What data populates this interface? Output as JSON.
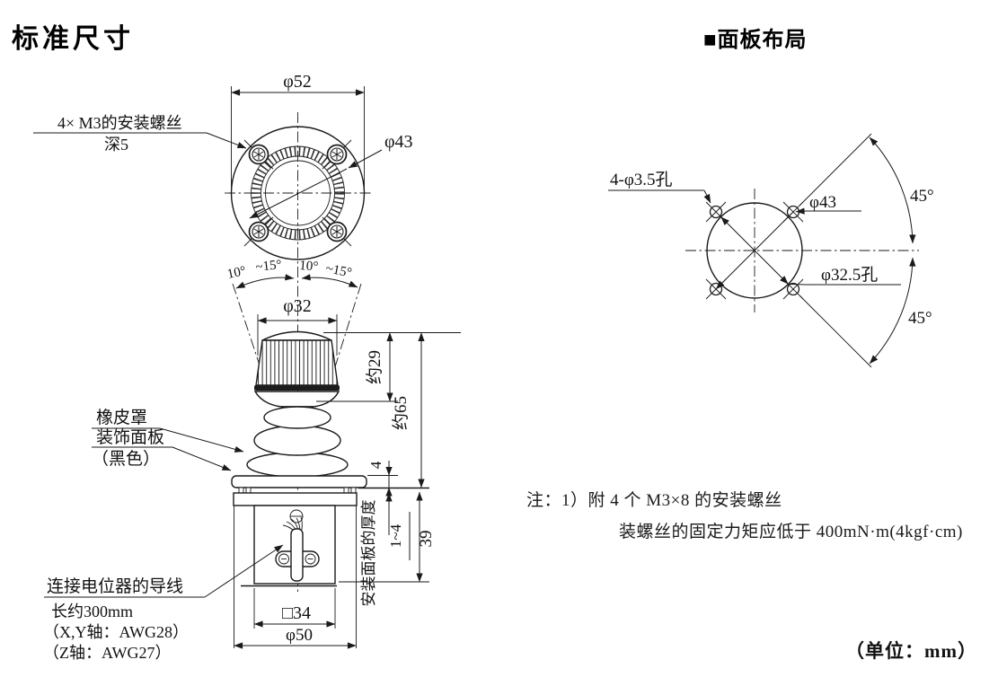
{
  "header": {
    "left_title": "标准尺寸",
    "right_title": "■面板布局"
  },
  "unit_note": "（单位：mm）",
  "notes": {
    "line1": "注：1）附 4 个 M3×8 的安装螺丝",
    "line2": "装螺丝的固定力矩应低于 400mN·m(4kgf·cm)"
  },
  "top_view": {
    "dim_outer_dia": "φ52",
    "dim_screw_pitch_dia": "φ43",
    "screw_label_line1": "4× M3的安装螺丝",
    "screw_label_line2": "深5",
    "tilt_left_min": "10°",
    "tilt_left_max": "~15°",
    "tilt_right_min": "10°",
    "tilt_right_max": "~15°"
  },
  "side_view": {
    "dim_knob_dia": "φ32",
    "dim_knob_height": "约29",
    "dim_total_height": "约65",
    "dim_flange_thickness": "4",
    "label_panel_thickness": "安装面板的厚度",
    "dim_panel_thickness": "1~4",
    "dim_under_panel_height": "39",
    "dim_body_square": "□34",
    "dim_body_dia": "φ50",
    "label_rubber_boot": "橡皮罩",
    "label_trim_panel": "装饰面板",
    "label_trim_color": "（黑色）",
    "label_lead_wire": "连接电位器的导线",
    "label_lead_length": "长约300mm",
    "label_lead_xy": "（X,Y轴：AWG28）",
    "label_lead_z": "（Z轴：AWG27）"
  },
  "panel_layout": {
    "label_mount_holes": "4-φ3.5孔",
    "dim_pitch_dia": "φ43",
    "dim_center_hole": "φ32.5孔",
    "angle_upper": "45°",
    "angle_lower": "45°"
  },
  "colors": {
    "ink": "#1a1a1a",
    "background": "#ffffff"
  }
}
